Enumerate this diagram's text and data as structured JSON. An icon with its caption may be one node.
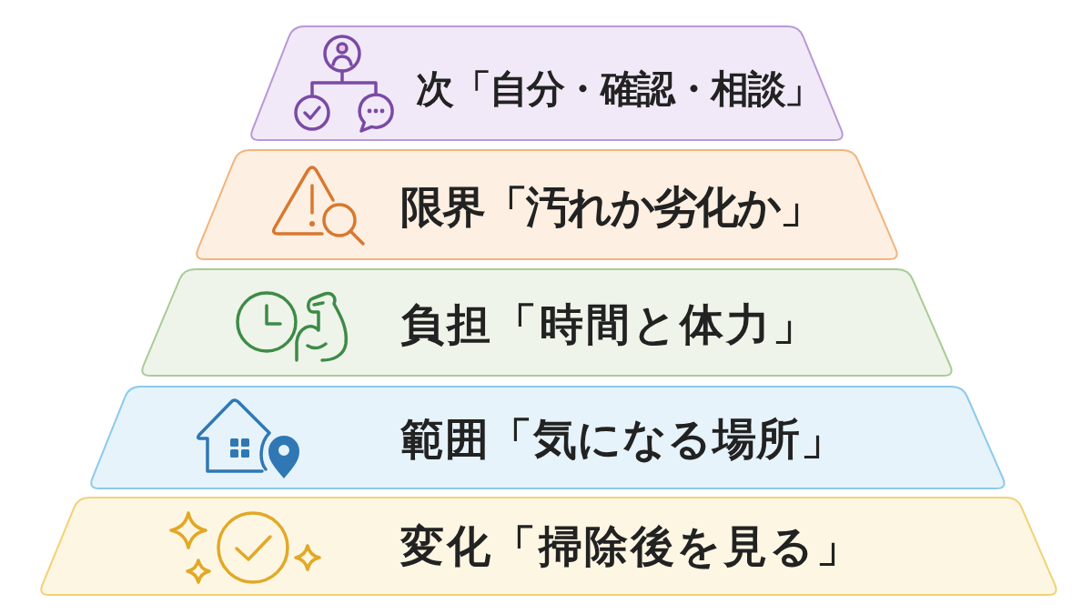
{
  "diagram": {
    "nodes": [
      {
        "text": [
          "次「自分・確認・相談」"
        ]
      },
      {
        "text": [
          "限界「汚れか劣化か」"
        ]
      },
      {
        "text": [
          "負担「時間と体力」"
        ]
      },
      {
        "text": [
          "範囲「気になる場所」"
        ]
      },
      {
        "text": [
          "変化「掃除後を見る」"
        ]
      }
    ]
  }
}
